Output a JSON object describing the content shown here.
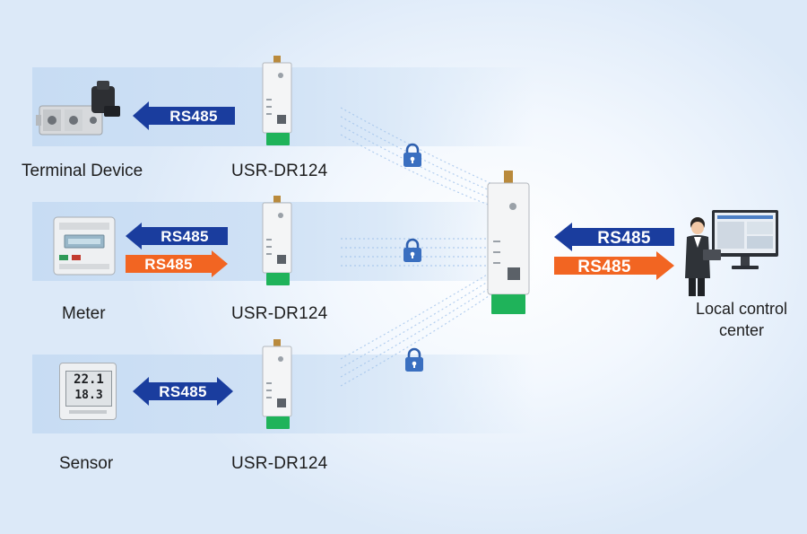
{
  "rows": [
    {
      "device": "Terminal Device",
      "model": "USR-DR124",
      "arrows": [
        "RS485"
      ]
    },
    {
      "device": "Meter",
      "model": "USR-DR124",
      "arrows": [
        "RS485",
        "RS485"
      ]
    },
    {
      "device": "Sensor",
      "model": "USR-DR124",
      "arrows": [
        "RS485"
      ]
    }
  ],
  "center": {
    "label_line1": "Local control",
    "label_line2": "center",
    "arrows": [
      "RS485",
      "RS485"
    ]
  },
  "sensor_display": {
    "line1": "22.1",
    "line2": "18.3"
  },
  "colors": {
    "blue_arrow": "#1a3d9e",
    "orange_arrow": "#f26522",
    "green_terminal": "#1fb35a",
    "band": "#cfe1f5"
  }
}
